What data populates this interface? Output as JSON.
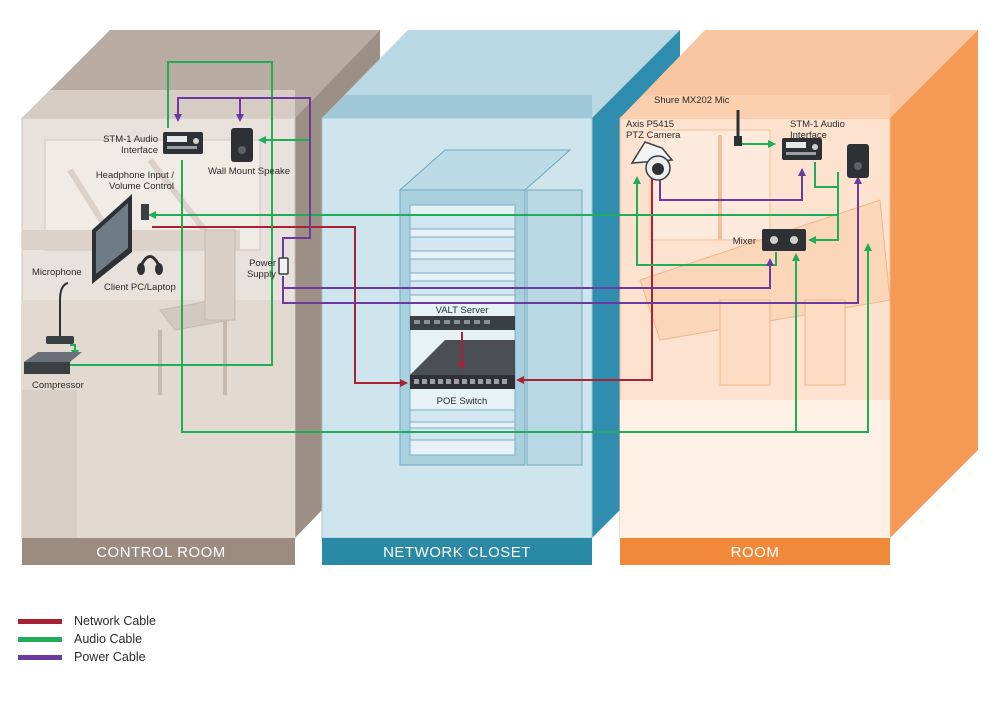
{
  "rooms": {
    "control": "CONTROL ROOM",
    "network": "NETWORK CLOSET",
    "room": "ROOM"
  },
  "devices": {
    "stm_left_1": "STM-1 Audio",
    "stm_left_2": "Interface",
    "wall_speaker": "Wall Mount Speake",
    "headphone_1": "Headphone Input /",
    "headphone_2": "Volume Control",
    "microphone": "Microphone",
    "client_pc": "Client PC/Laptop",
    "power_supply_1": "Power",
    "power_supply_2": "Supply",
    "compressor": "Compressor",
    "valt_server": "VALT Server",
    "poe_switch": "POE Switch",
    "shure_mic": "Shure MX202 Mic",
    "axis_camera_1": "Axis P5415",
    "axis_camera_2": "PTZ Camera",
    "stm_right_1": "STM-1 Audio",
    "stm_right_2": "Interface",
    "mixer": "Mixer"
  },
  "legend": [
    {
      "label": "Network Cable",
      "color": "#a82233"
    },
    {
      "label": "Audio Cable",
      "color": "#1fad5a"
    },
    {
      "label": "Power Cable",
      "color": "#6b3aa0"
    }
  ],
  "colors": {
    "network": "#a82233",
    "audio": "#1fad5a",
    "power": "#6b3aa0",
    "control_band": "#9c8c80",
    "network_band": "#2a8aa6",
    "room_band": "#f08a3a"
  }
}
